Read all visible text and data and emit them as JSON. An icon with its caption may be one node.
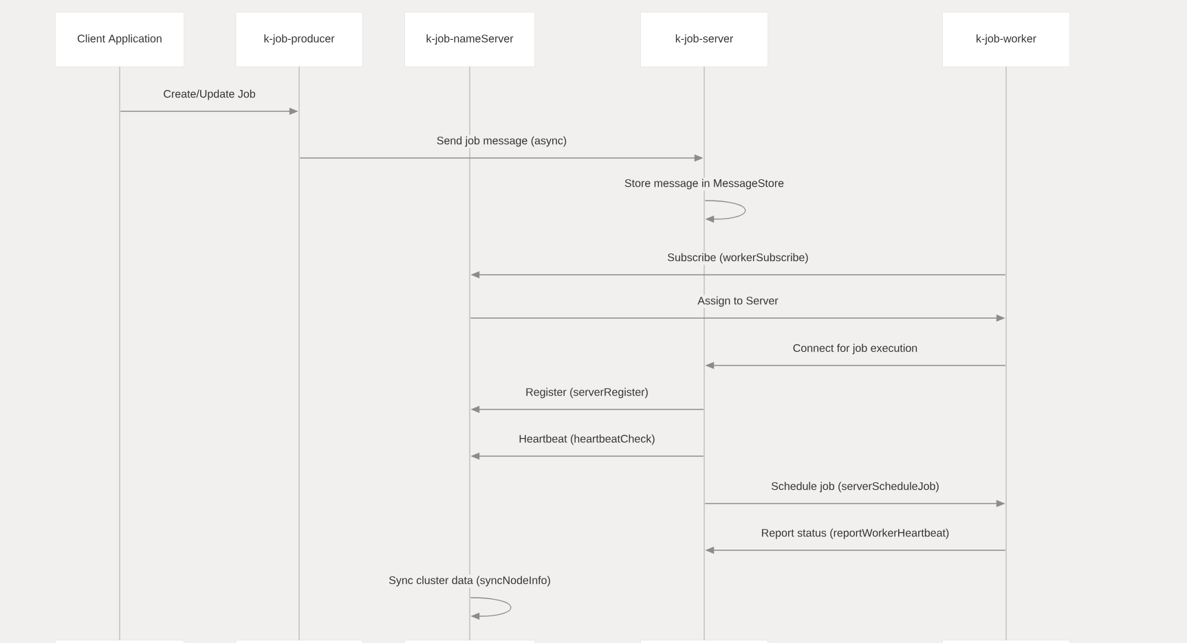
{
  "diagram": {
    "nodes": [
      {
        "text": [
          "Client Application"
        ]
      },
      {
        "text": [
          "k-job-producer"
        ]
      },
      {
        "text": [
          "k-job-nameServer"
        ]
      },
      {
        "text": [
          "k-job-server"
        ]
      },
      {
        "text": [
          "k-job-worker"
        ]
      },
      {
        "text": [],
        "shape": "bar"
      },
      {
        "text": [],
        "shape": "bar"
      },
      {
        "text": [],
        "shape": "bar"
      },
      {
        "text": [],
        "shape": "bar"
      },
      {
        "text": [],
        "shape": "bar"
      },
      {
        "text": [],
        "shape": "box"
      },
      {
        "text": [],
        "shape": "box"
      },
      {
        "text": [],
        "shape": "box"
      },
      {
        "text": [],
        "shape": "box"
      },
      {
        "text": [],
        "shape": "box"
      }
    ],
    "edges": [
      {
        "from": 5,
        "to": 6,
        "arrow": "to",
        "label": "Create/Update Job"
      },
      {
        "from": 6,
        "to": 8,
        "arrow": "to",
        "label": "Send job message (async)"
      },
      {
        "from": 8,
        "to": 8,
        "arrow": "to",
        "label": "Store message in MessageStore"
      },
      {
        "from": 9,
        "to": 7,
        "arrow": "to",
        "label": "Subscribe (workerSubscribe)"
      },
      {
        "from": 7,
        "to": 9,
        "arrow": "to",
        "label": "Assign to Server"
      },
      {
        "from": 9,
        "to": 8,
        "arrow": "to",
        "label": "Connect for job execution"
      },
      {
        "from": 8,
        "to": 7,
        "arrow": "to",
        "label": "Register (serverRegister)"
      },
      {
        "from": 8,
        "to": 7,
        "arrow": "to",
        "label": "Heartbeat (heartbeatCheck)"
      },
      {
        "from": 8,
        "to": 9,
        "arrow": "to",
        "label": "Schedule job (serverScheduleJob)"
      },
      {
        "from": 9,
        "to": 8,
        "arrow": "to",
        "label": "Report status (reportWorkerHeartbeat)"
      },
      {
        "from": 7,
        "to": 7,
        "arrow": "to",
        "label": "Sync cluster data (syncNodeInfo)"
      }
    ]
  }
}
